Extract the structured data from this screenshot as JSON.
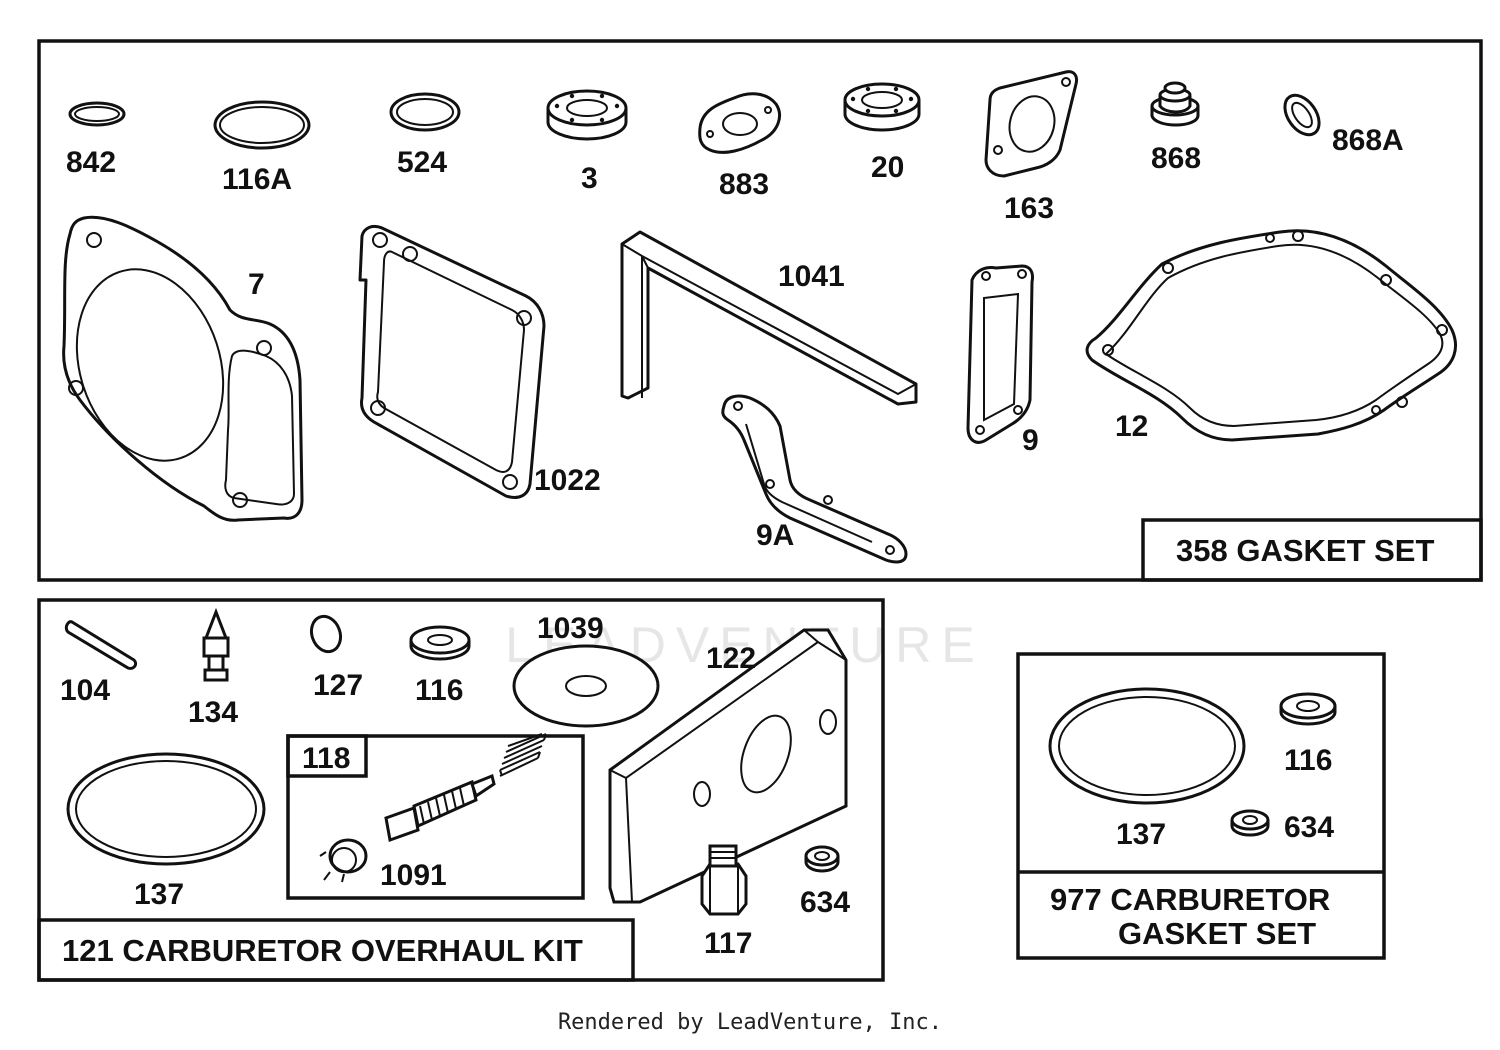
{
  "watermark": "LEADVENTURE",
  "footer": "Rendered by LeadVenture, Inc.",
  "gasket_set": {
    "title": "358 GASKET SET",
    "parts": [
      "842",
      "116A",
      "524",
      "3",
      "883",
      "20",
      "163",
      "868",
      "868A",
      "7",
      "1022",
      "1041",
      "9",
      "12",
      "9A"
    ]
  },
  "overhaul_kit": {
    "title": "121 CARBURETOR OVERHAUL KIT",
    "parts": [
      "104",
      "134",
      "127",
      "116",
      "1039",
      "122",
      "137",
      "1091",
      "117",
      "634"
    ],
    "sub_kit": {
      "title": "118"
    }
  },
  "carb_gasket_set": {
    "title_line1": "977 CARBURETOR",
    "title_line2": "GASKET SET",
    "parts": [
      "116",
      "137",
      "634"
    ]
  }
}
